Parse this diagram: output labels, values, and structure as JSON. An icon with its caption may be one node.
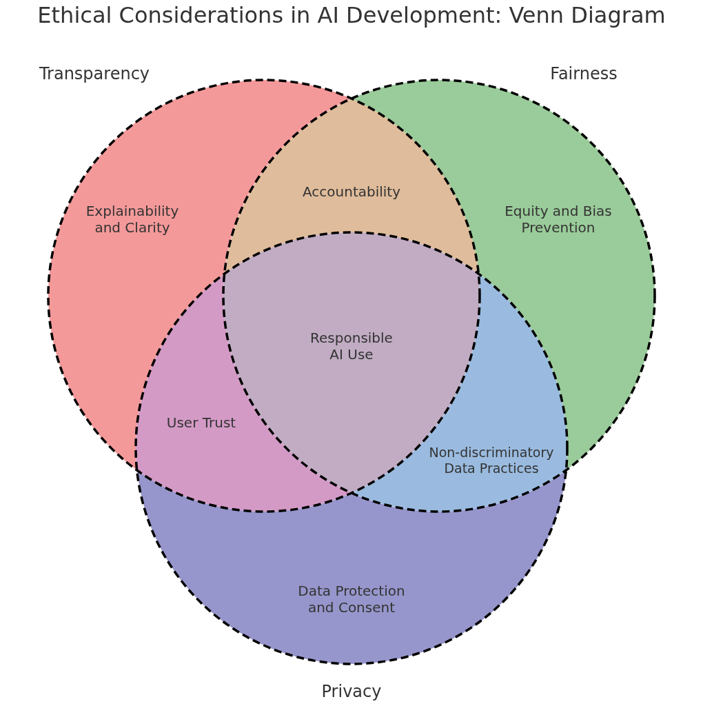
{
  "diagram": {
    "title": "Ethical Considerations in AI Development: Venn Diagram",
    "nodes": [
      {
        "text": [
          "Transparency",
          "Explainability and Clarity"
        ]
      },
      {
        "text": [
          "Fairness",
          "Equity and Bias Prevention"
        ]
      },
      {
        "text": [
          "Data Protection and Consent",
          "Privacy"
        ]
      },
      {
        "text": [
          "Accountability"
        ]
      },
      {
        "text": [
          "Responsible AI Use"
        ]
      },
      {
        "text": [
          "User Trust"
        ]
      },
      {
        "text": [
          "Non-discriminatory Data Practices"
        ]
      }
    ]
  }
}
